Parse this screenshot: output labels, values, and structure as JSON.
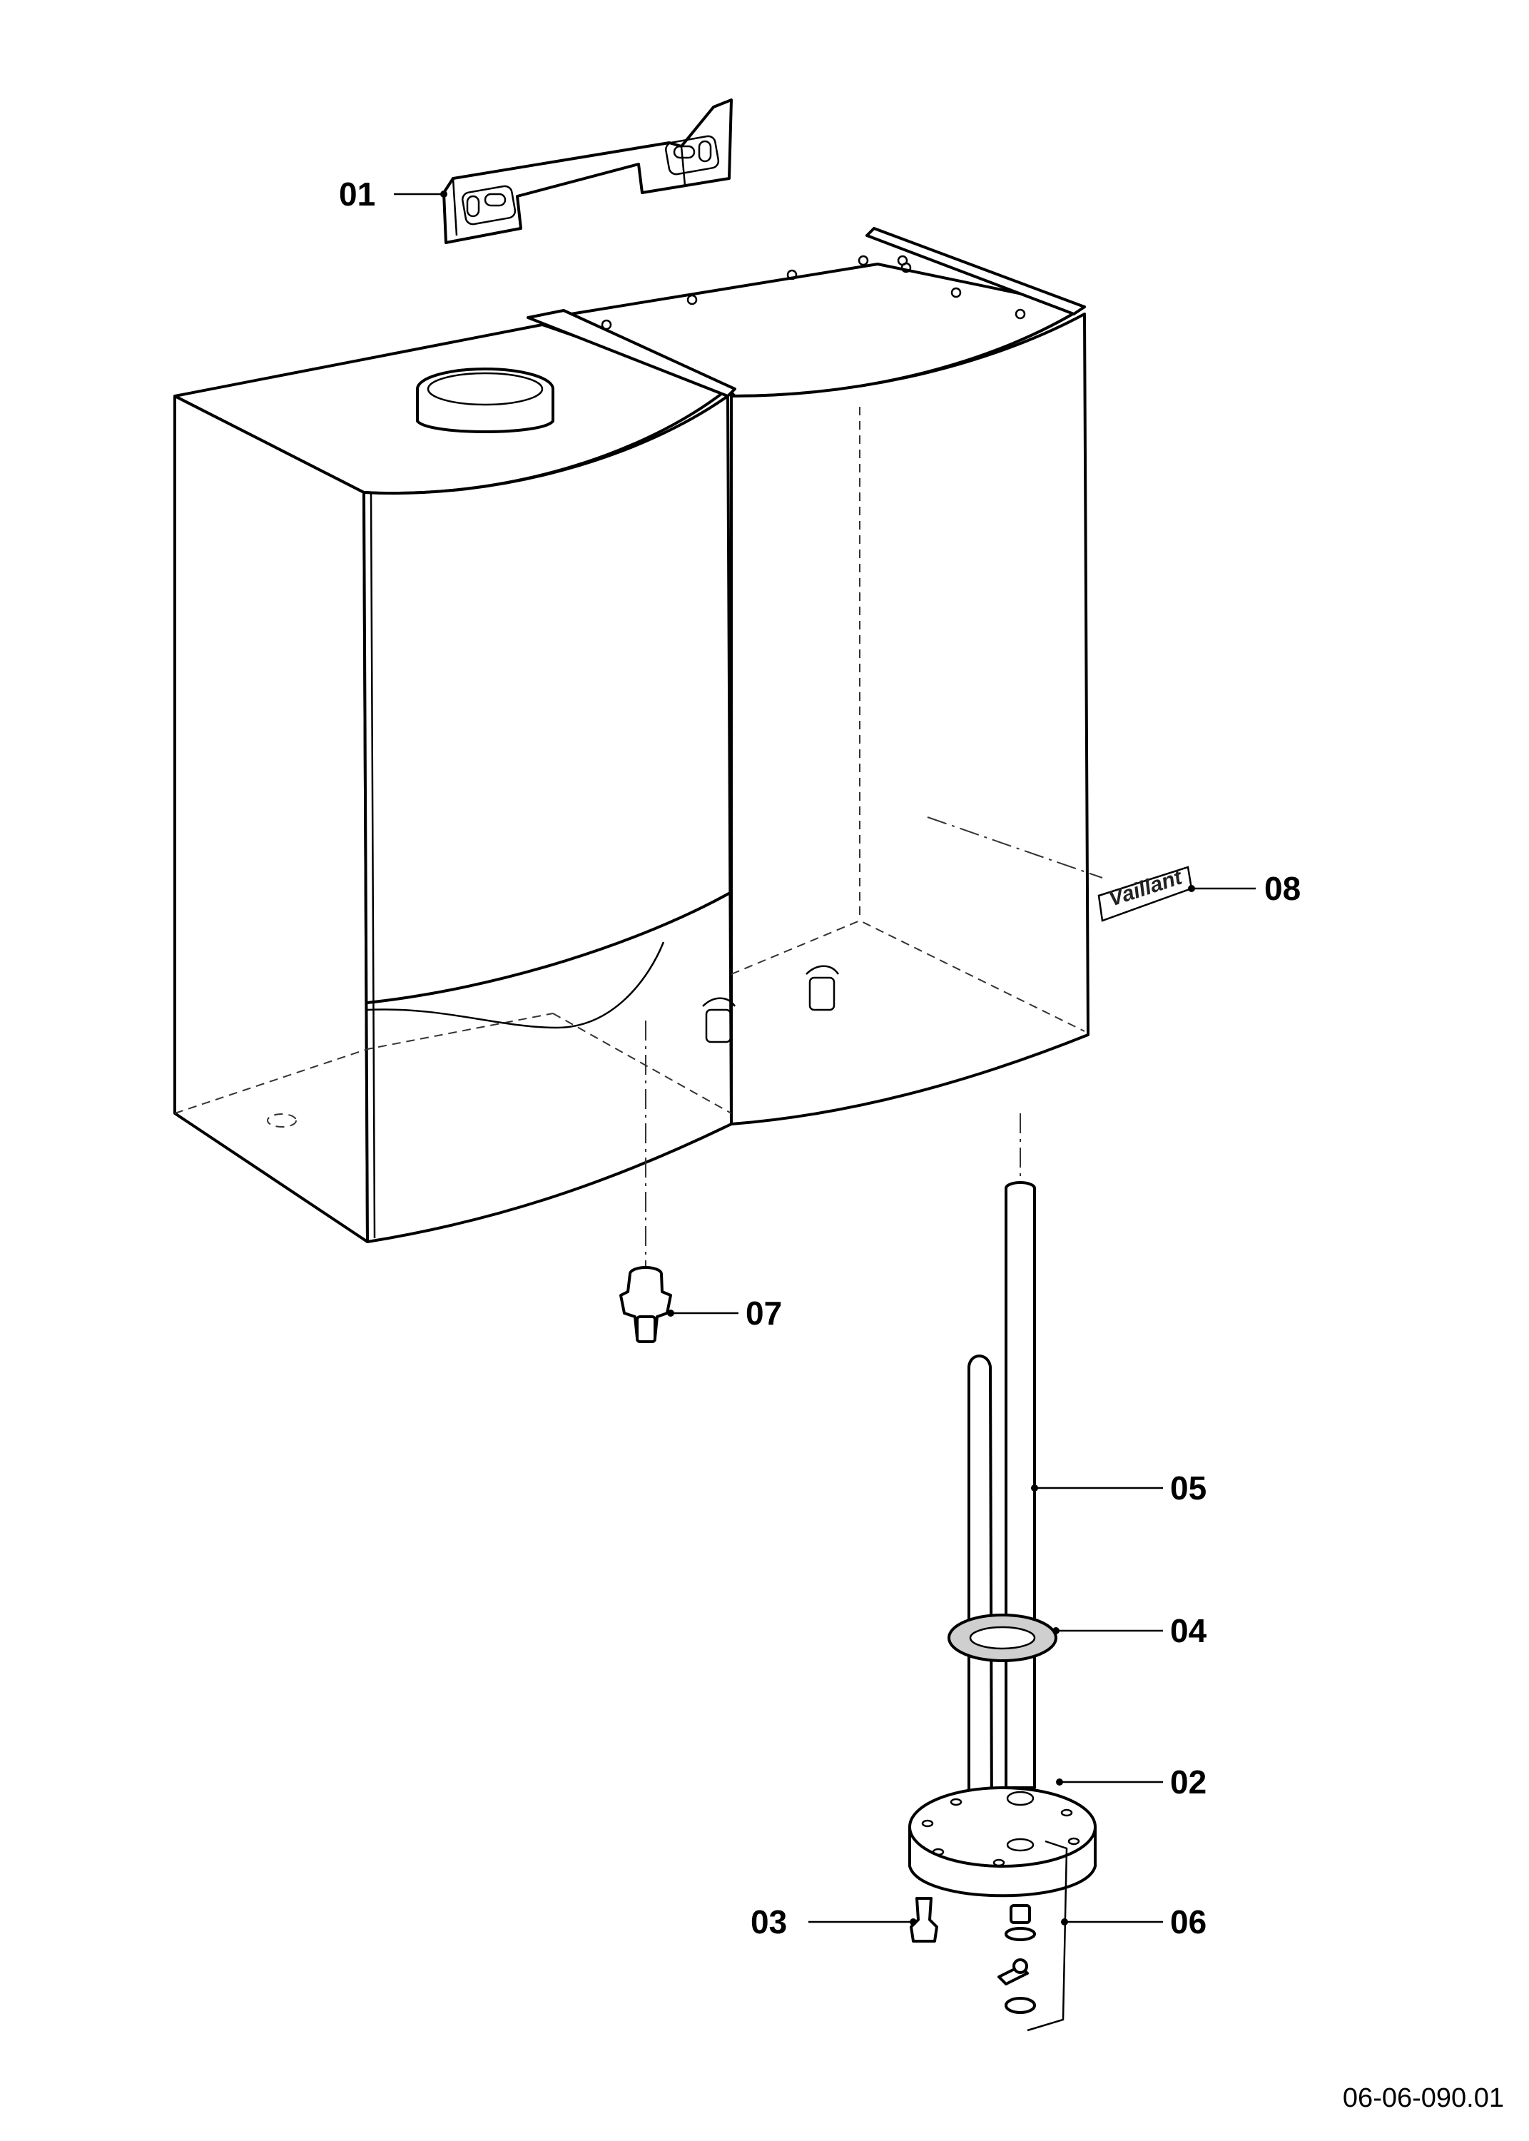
{
  "diagram": {
    "parts": [
      {
        "id": "01",
        "label": "01",
        "name": "mounting-bracket"
      },
      {
        "id": "02",
        "label": "02",
        "name": "flange-plate"
      },
      {
        "id": "03",
        "label": "03",
        "name": "bolt"
      },
      {
        "id": "04",
        "label": "04",
        "name": "gasket-ring"
      },
      {
        "id": "05",
        "label": "05",
        "name": "anode-rod"
      },
      {
        "id": "06",
        "label": "06",
        "name": "fastener-set"
      },
      {
        "id": "07",
        "label": "07",
        "name": "drain-valve"
      },
      {
        "id": "08",
        "label": "08",
        "name": "badge"
      }
    ],
    "logo_text": "Vaillant",
    "drawing_number": "06-06-090.01"
  }
}
